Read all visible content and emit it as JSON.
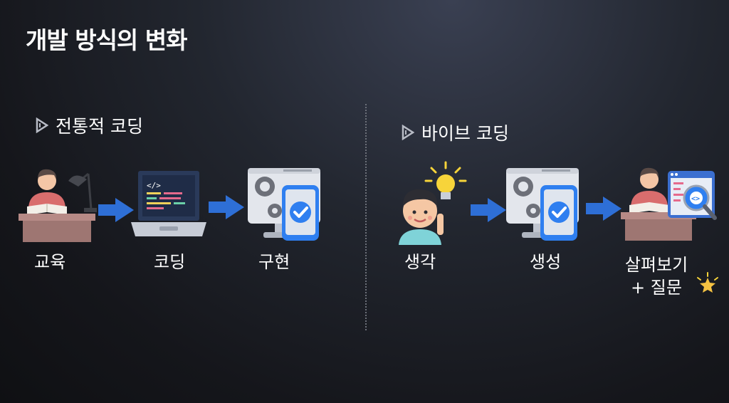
{
  "title": "개발 방식의 변화",
  "traditional": {
    "heading": "전통적 코딩",
    "steps": [
      {
        "label": "교육",
        "icon": "student-reading-icon"
      },
      {
        "label": "코딩",
        "icon": "laptop-code-icon"
      },
      {
        "label": "구현",
        "icon": "computer-gear-check-icon"
      }
    ]
  },
  "vibe": {
    "heading": "바이브 코딩",
    "steps": [
      {
        "label": "생각",
        "icon": "person-idea-icon"
      },
      {
        "label": "생성",
        "icon": "computer-gear-check-icon"
      },
      {
        "label_line1": "살펴보기",
        "label_line2": "+ 질문",
        "icon": "student-review-code-icon"
      }
    ]
  },
  "colors": {
    "arrow": "#2e6fd6",
    "accent_check": "#2f7ff0",
    "bulb": "#f7d43a"
  }
}
